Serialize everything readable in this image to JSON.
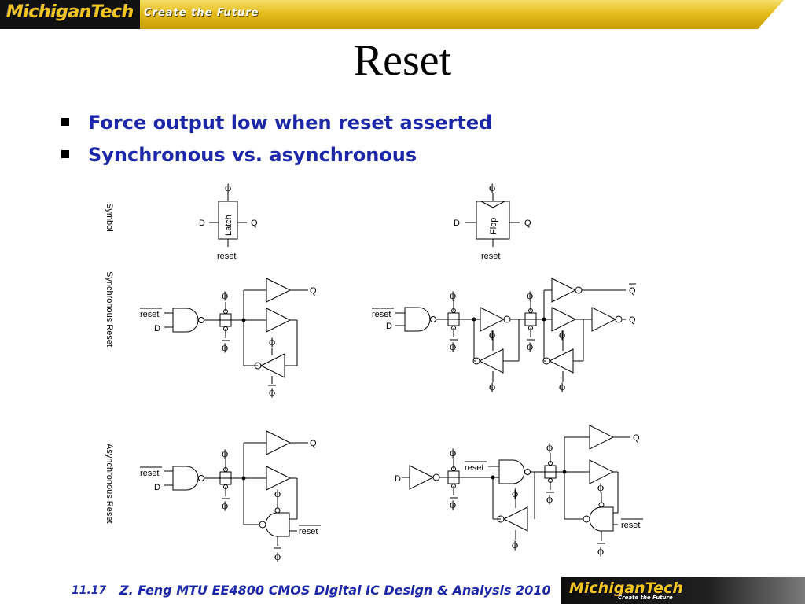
{
  "header": {
    "brand": "MichiganTech",
    "tagline": "Create the Future"
  },
  "title": "Reset",
  "bullets": [
    "Force output low when reset asserted",
    "Synchronous vs. asynchronous"
  ],
  "figure": {
    "row_labels": {
      "symbol": "Symbol",
      "sync": "Synchronous Reset",
      "async": "Asynchronous Reset"
    },
    "latch": "Latch",
    "flop": "Flop",
    "phi": "ϕ",
    "d": "D",
    "q": "Q",
    "reset": "reset"
  },
  "footer": {
    "slide_number": "11.17",
    "text": "Z. Feng  MTU EE4800 CMOS Digital IC Design & Analysis 2010",
    "brand": "MichiganTech",
    "tagline": "Create the Future"
  }
}
